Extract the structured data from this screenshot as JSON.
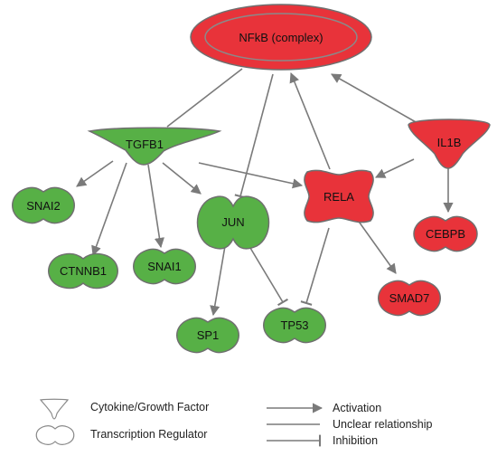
{
  "colors": {
    "up": "#e8333a",
    "down": "#57b046",
    "node_stroke": "#6f6f6f",
    "edge": "#7a7a7a"
  },
  "nodes": {
    "nfkb": "NFkB (complex)",
    "tgfb1": "TGFB1",
    "il1b": "IL1B",
    "rela": "RELA",
    "jun": "JUN",
    "snai2": "SNAI2",
    "ctnnb1": "CTNNB1",
    "snai1": "SNAI1",
    "sp1": "SP1",
    "tp53": "TP53",
    "cebpb": "CEBPB",
    "smad7": "SMAD7"
  },
  "legend": {
    "cytokine": "Cytokine/Growth Factor",
    "transcription": "Transcription Regulator",
    "activation": "Activation",
    "unclear": "Unclear relationship",
    "inhibition": "Inhibition"
  }
}
